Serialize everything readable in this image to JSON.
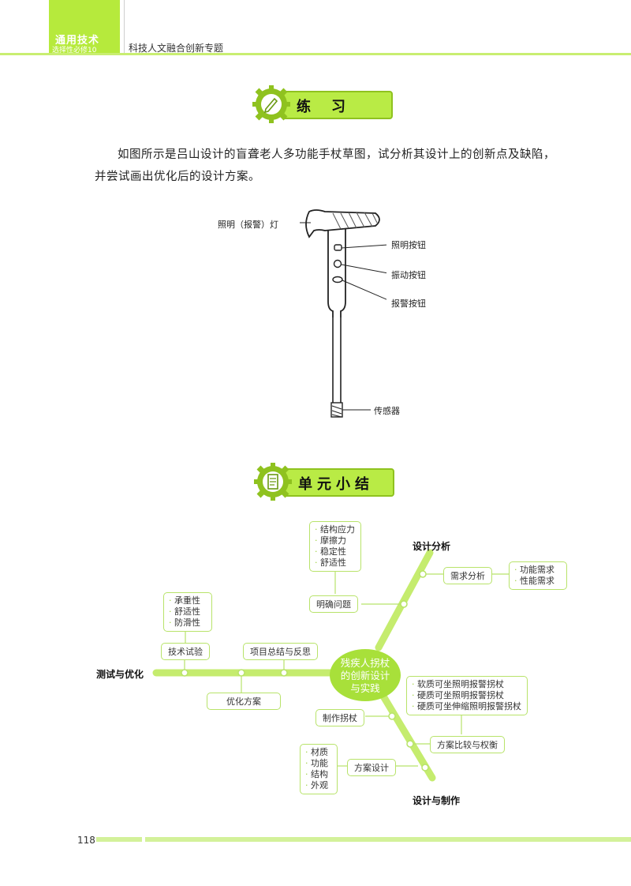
{
  "header": {
    "book_title": "通用技术",
    "book_sub": "选择性必修10",
    "topic": "科技人文融合创新专题"
  },
  "exercise": {
    "banner": "练习",
    "paragraph": "如图所示是吕山设计的盲聋老人多功能手杖草图，试分析其设计上的创新点及缺陷，并尝试画出优化后的设计方案。",
    "labels": {
      "lamp": "照明（报警）灯",
      "light_button": "照明按钮",
      "vibrate_button": "振动按钮",
      "alarm_button": "报警按钮",
      "sensor": "传感器"
    }
  },
  "summary": {
    "banner": "单元小结",
    "center": [
      "残疾人拐杖",
      "的创新设计",
      "与实践"
    ],
    "branch_analysis": "设计分析",
    "branch_test": "测试与优化",
    "branch_make": "设计与制作",
    "clarify": "明确问题",
    "clarify_items": [
      "结构应力",
      "摩擦力",
      "稳定性",
      "舒适性"
    ],
    "needs": "需求分析",
    "needs_items": [
      "功能需求",
      "性能需求"
    ],
    "tech_test": "技术试验",
    "tech_test_items": [
      "承重性",
      "舒适性",
      "防滑性"
    ],
    "project_summary": "项目总结与反思",
    "optimize": "优化方案",
    "make_crutch": "制作拐杖",
    "compare": "方案比较与权衡",
    "compare_items": [
      "软质可坐照明报警拐杖",
      "硬质可坐照明报警拐杖",
      "硬质可坐伸缩照明报警拐杖"
    ],
    "design_plan": "方案设计",
    "design_plan_items": [
      "材质",
      "功能",
      "结构",
      "外观"
    ]
  },
  "footer": {
    "page_number": "118"
  },
  "colors": {
    "accent": "#b6ea3c",
    "accent_dark": "#8fc21f",
    "line": "#c5ec6e"
  }
}
